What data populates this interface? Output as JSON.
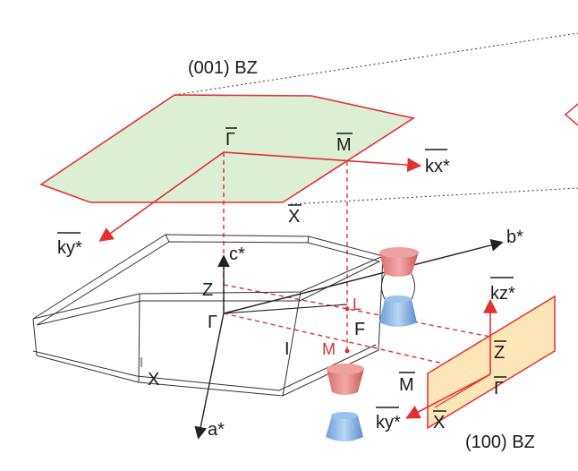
{
  "figure": {
    "labels": {
      "bz001": "(001) BZ",
      "bz100": "(100) BZ",
      "gamma_bar_top": "Γ",
      "m_bar_top": "M",
      "x_bar_top": "X",
      "kx_star": "kx*",
      "ky_star_left": "ky*",
      "c_star": "c*",
      "b_star": "b*",
      "a_star": "a*",
      "z": "Z",
      "gamma": "Γ",
      "x": "X",
      "i": "I",
      "l": "L",
      "f": "F",
      "m": "M",
      "kz_star": "kz*",
      "z_bar": "Z",
      "gamma_bar_side": "Γ",
      "m_bar_side": "M",
      "ky_star_side": "ky*",
      "x_bar_side": "X"
    },
    "colors": {
      "bz_edge": "#e03030",
      "bz001_fill": "#dcefd4",
      "bz100_fill": "#fde6b8",
      "cone_top": "#e88a8a",
      "cone_bottom": "#8fb9e6",
      "axis": "#222222"
    }
  }
}
